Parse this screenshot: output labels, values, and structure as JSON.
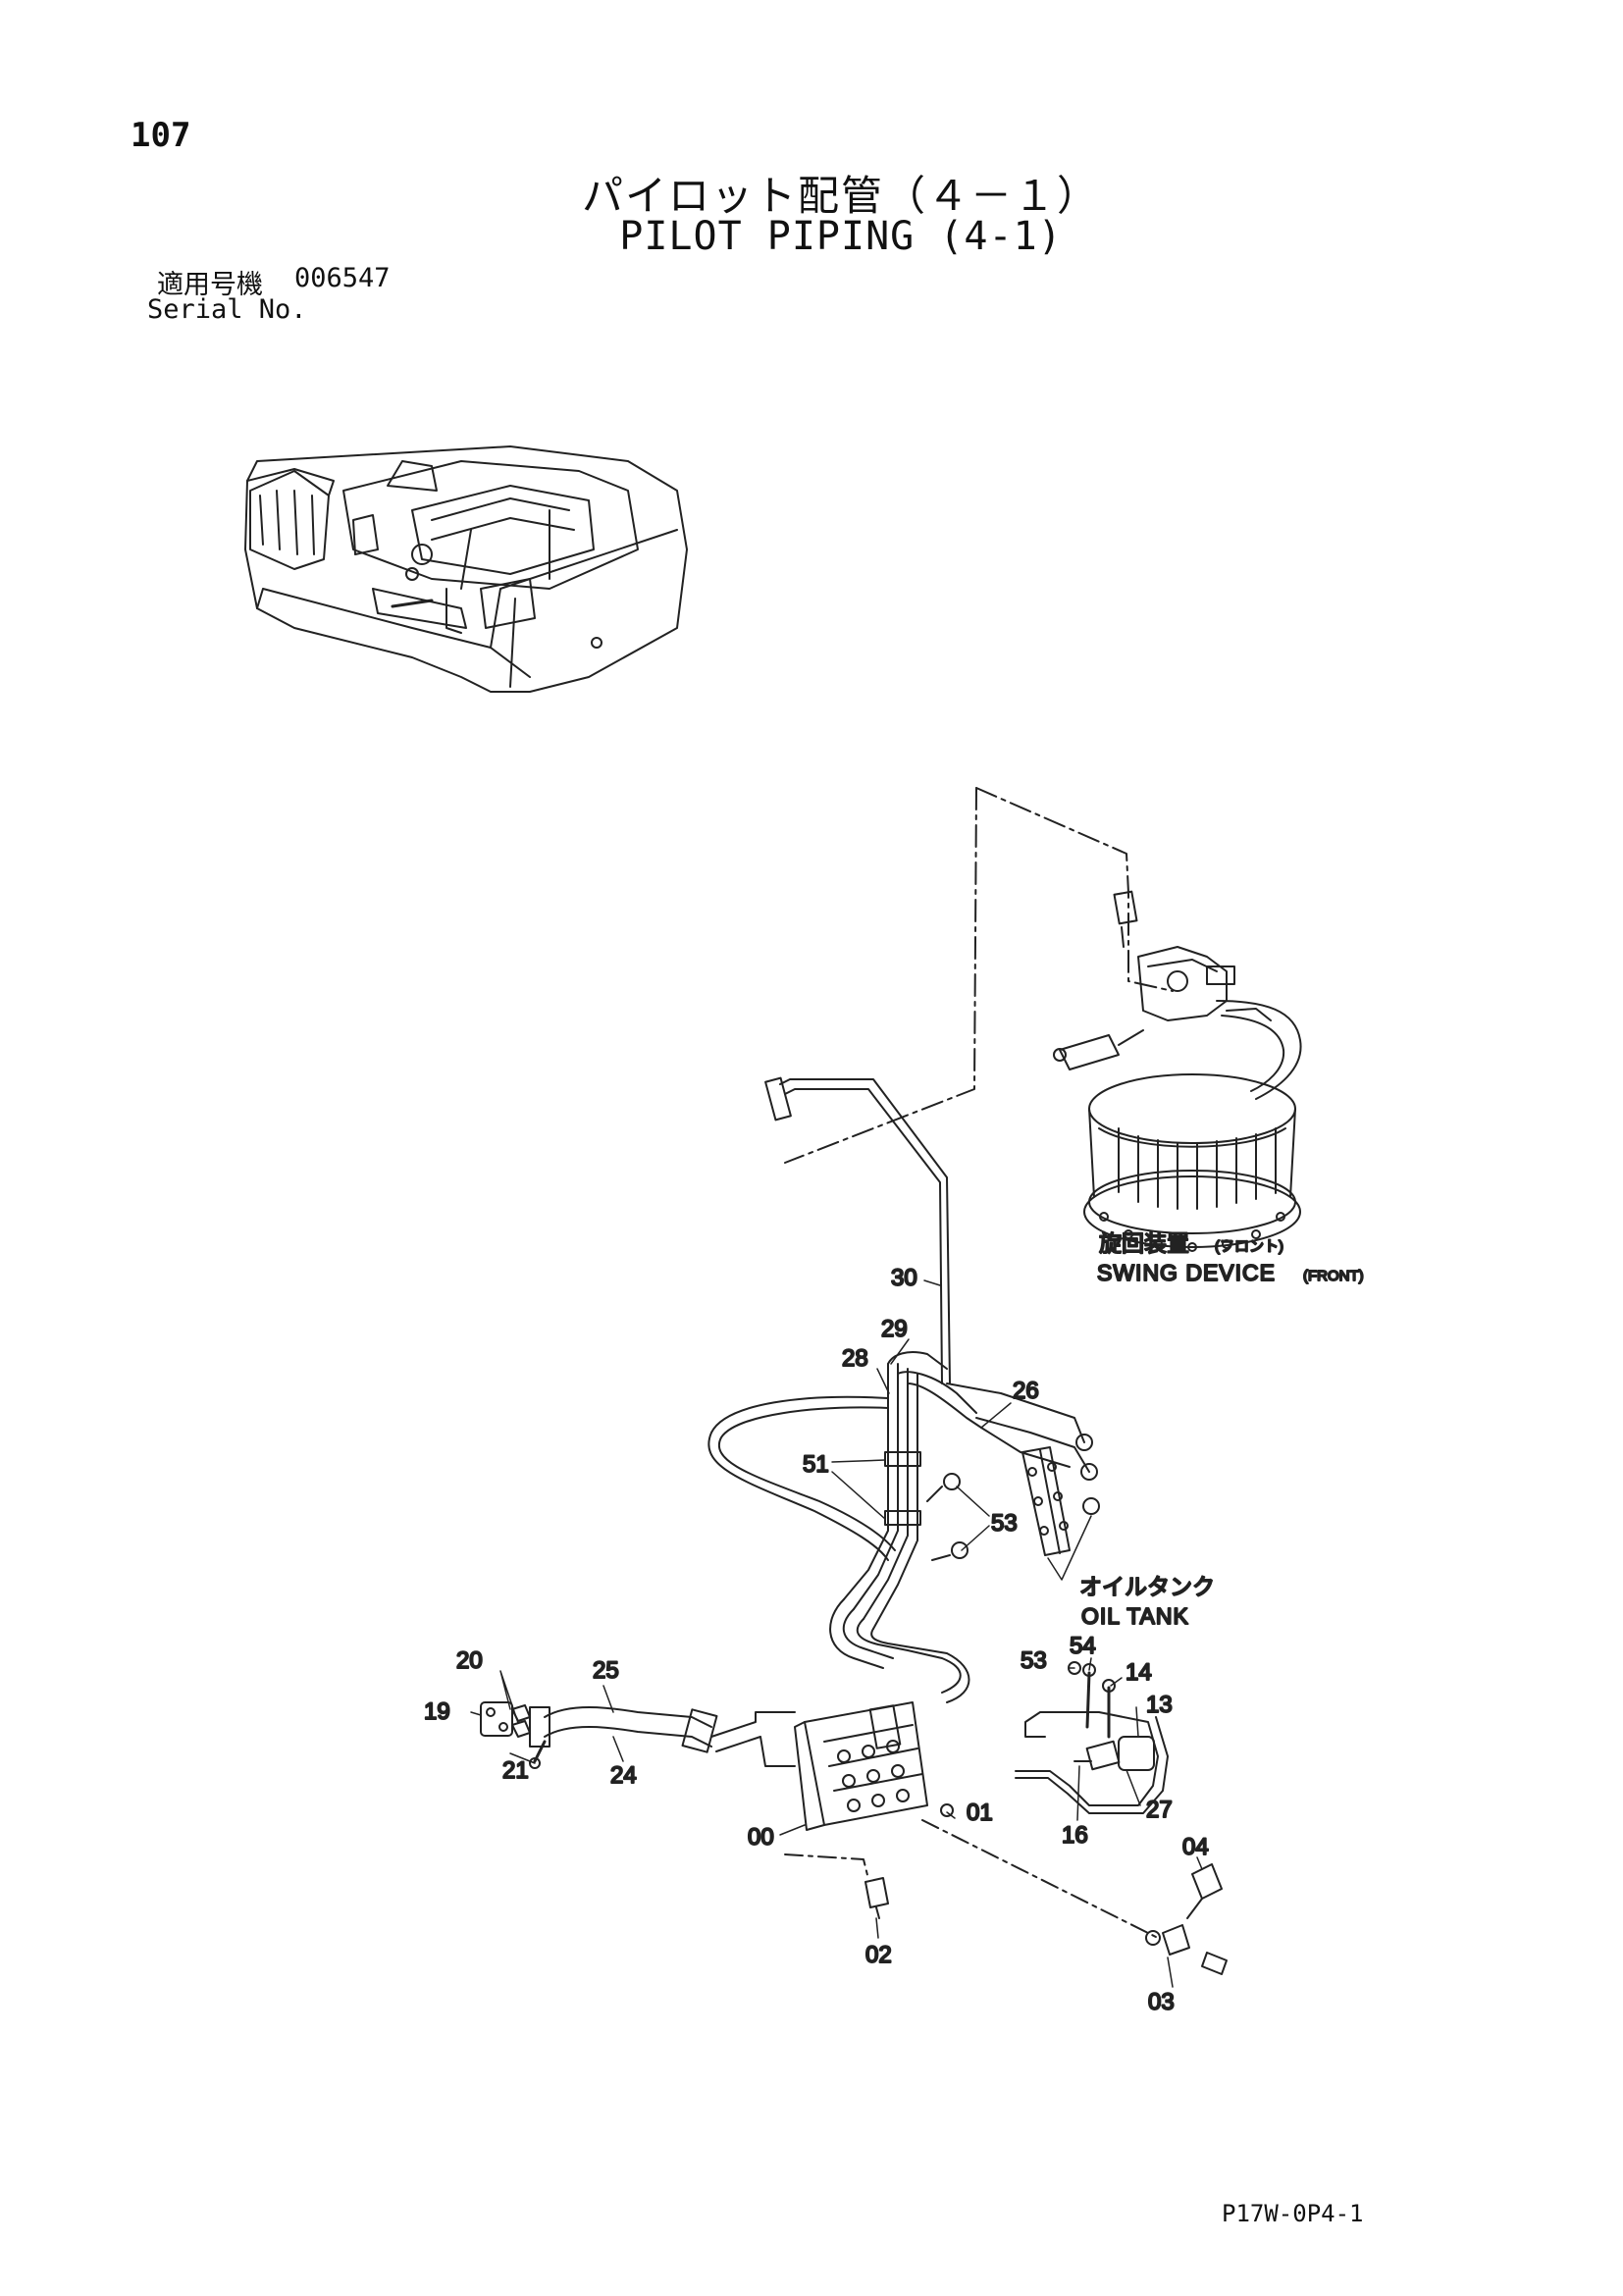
{
  "page": {
    "number": "107",
    "title_jp": "パイロット配管（４－１）",
    "title_en": "PILOT PIPING (4-1)",
    "serial_label_jp": "適用号機",
    "serial_value": "006547",
    "serial_label_en": "Serial No.",
    "drawing_code": "P17W-0P4-1"
  },
  "captions": {
    "swing_device_jp": "旋回装置",
    "swing_device_jp_sub": "(フロント)",
    "swing_device_en": "SWING DEVICE",
    "swing_device_en_sub": "(FRONT)",
    "oil_tank_jp": "オイルタンク",
    "oil_tank_en": "OIL TANK"
  },
  "part_labels": {
    "p00": "00",
    "p01": "01",
    "p02": "02",
    "p03": "03",
    "p04": "04",
    "p13": "13",
    "p14": "14",
    "p16": "16",
    "p19": "19",
    "p20": "20",
    "p21": "21",
    "p24": "24",
    "p25": "25",
    "p26": "26",
    "p27": "27",
    "p28": "28",
    "p29": "29",
    "p30": "30",
    "p51": "51",
    "p53a": "53",
    "p53b": "53",
    "p54": "54"
  },
  "icons": {
    "machine": "excavator-upper-structure-icon",
    "swing_device": "swing-device-icon",
    "control_valve": "pilot-valve-block-icon"
  }
}
